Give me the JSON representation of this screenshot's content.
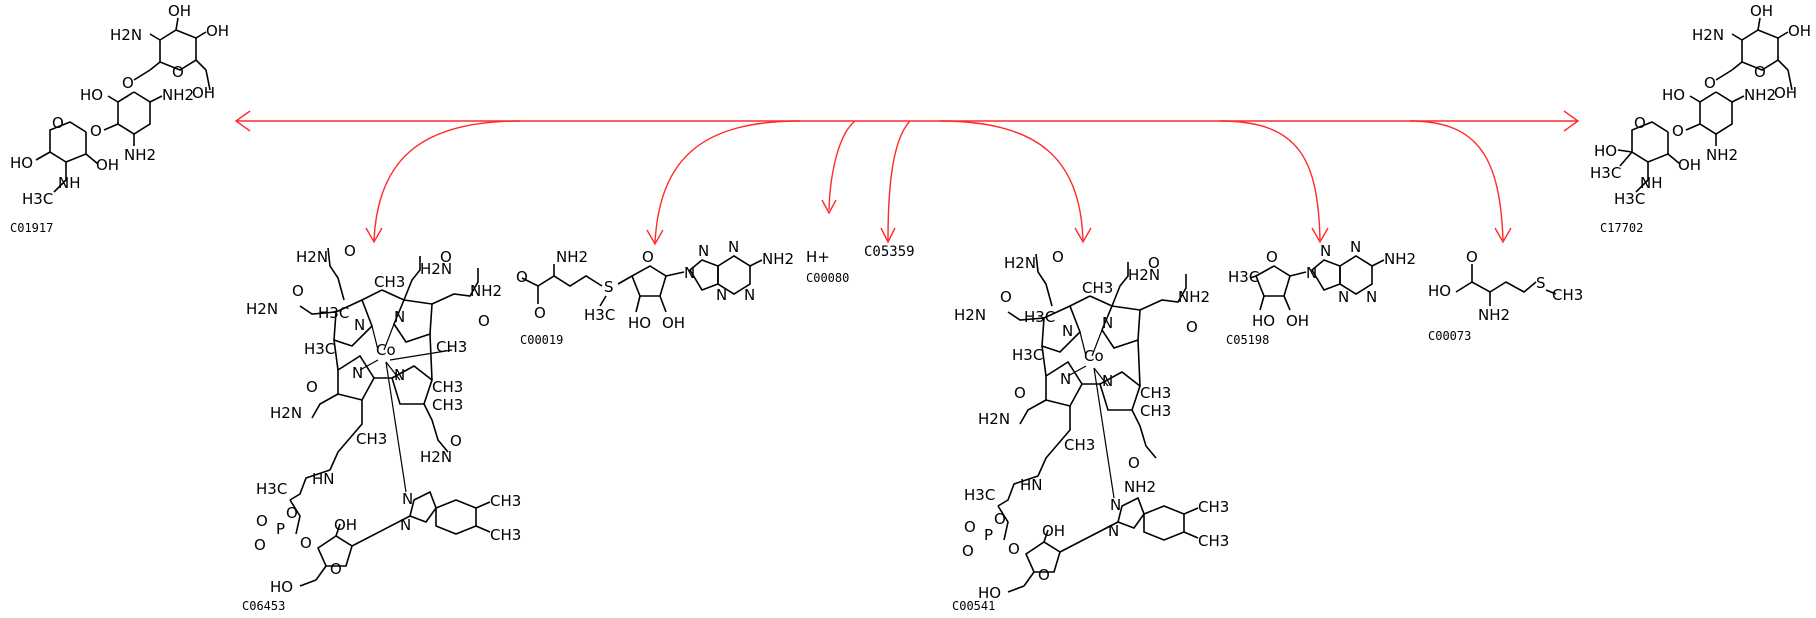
{
  "colors": {
    "arrow": "#ff2a2a",
    "structure": "#000000",
    "background": "#ffffff"
  },
  "compounds": {
    "c01917": {
      "id": "C01917"
    },
    "c17702": {
      "id": "C17702"
    },
    "c06453": {
      "id": "C06453"
    },
    "c00019": {
      "id": "C00019"
    },
    "c00080": {
      "id": "C00080",
      "formula": "H+"
    },
    "c05359": {
      "id": "C05359"
    },
    "c00541": {
      "id": "C00541"
    },
    "c05198": {
      "id": "C05198"
    },
    "c00073": {
      "id": "C00073"
    }
  },
  "labels": {
    "NH2": "NH2",
    "H2N": "H2N",
    "OH": "OH",
    "HO": "HO",
    "O": "O",
    "N": "N",
    "NH": "NH",
    "H3C": "H3C",
    "CH3": "CH3",
    "Co": "Co",
    "S": "S",
    "HN": "HN",
    "P": "P",
    "OMinus": "O"
  }
}
